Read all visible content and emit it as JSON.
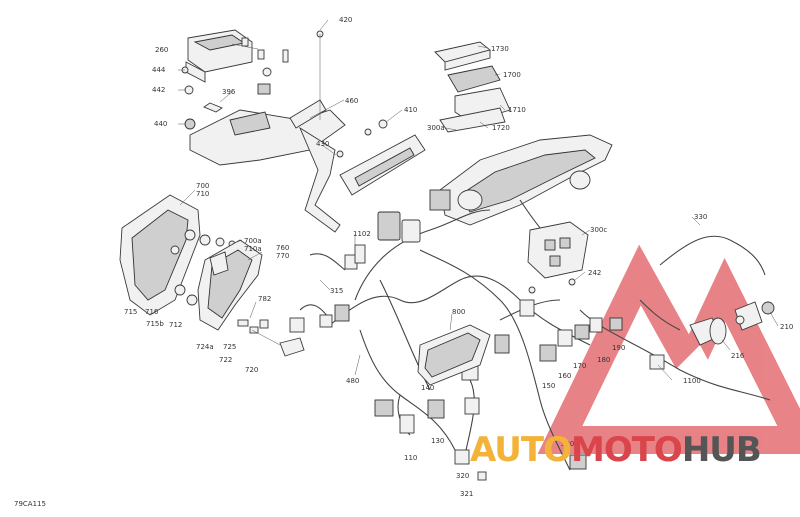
{
  "figure_code": "79CA115",
  "watermark": {
    "part1": "AUTO",
    "part2": "MOTO",
    "part3": "HUB"
  },
  "colors": {
    "watermark_red": "#e05a5f",
    "watermark_orange": "#f3b23a",
    "watermark_gray": "#555555"
  },
  "callouts": [
    "260",
    "444",
    "442",
    "440",
    "396",
    "420",
    "460",
    "410",
    "430",
    "1102",
    "315",
    "700",
    "710",
    "700a",
    "710a",
    "760",
    "770",
    "782",
    "715",
    "716",
    "715b",
    "712",
    "724a",
    "725",
    "722",
    "720",
    "1730",
    "1700",
    "1710",
    "1720",
    "300a",
    "300c",
    "242",
    "330",
    "210",
    "216",
    "1100",
    "190",
    "180",
    "170",
    "160",
    "150",
    "800",
    "140",
    "130",
    "110",
    "320",
    "321",
    "300",
    "480"
  ]
}
